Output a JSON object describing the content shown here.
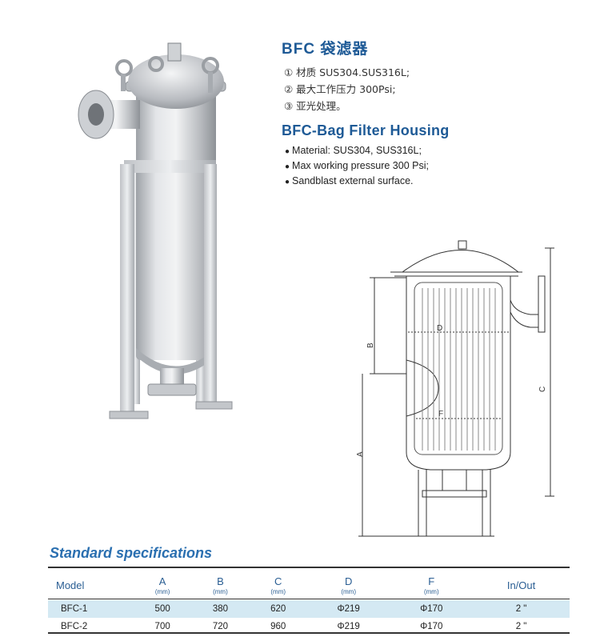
{
  "product": {
    "title_prefix": "BFC",
    "title_cn": "袋滤器",
    "specs_cn": [
      "① 材质 SUS304.SUS316L;",
      "② 最大工作压力 300Psi;",
      "③ 亚光处理。"
    ],
    "title_en": "BFC-Bag Filter Housing",
    "specs_en": [
      "Material: SUS304, SUS316L;",
      "Max working pressure 300 Psi;",
      "Sandblast external surface."
    ]
  },
  "drawing": {
    "labels": {
      "a": "A",
      "b": "B",
      "c": "C",
      "d": "D",
      "f": "F"
    }
  },
  "standard": {
    "title": "Standard specifications",
    "headers": [
      {
        "label": "Model",
        "unit": ""
      },
      {
        "label": "A",
        "unit": "(mm)"
      },
      {
        "label": "B",
        "unit": "(mm)"
      },
      {
        "label": "C",
        "unit": "(mm)"
      },
      {
        "label": "D",
        "unit": "(mm)"
      },
      {
        "label": "F",
        "unit": "(mm)"
      },
      {
        "label": "In/Out",
        "unit": ""
      }
    ],
    "rows": [
      [
        "BFC-1",
        "500",
        "380",
        "620",
        "Φ219",
        "Φ170",
        "2 \""
      ],
      [
        "BFC-2",
        "700",
        "720",
        "960",
        "Φ219",
        "Φ170",
        "2 \""
      ]
    ]
  },
  "colors": {
    "accent": "#1e5a96",
    "row_highlight": "#d4e9f3",
    "steel": "#c9ccd0"
  }
}
